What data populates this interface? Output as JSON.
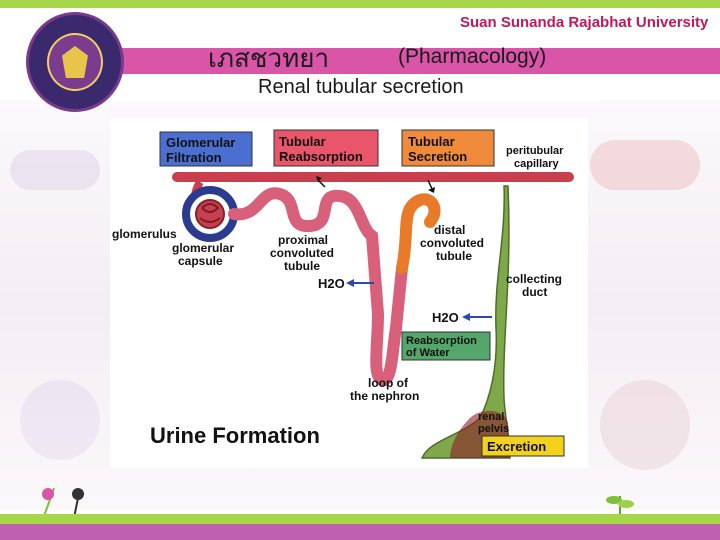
{
  "header": {
    "university": "Suan Sunanda Rajabhat University",
    "thai_title": "เภสชวทยา",
    "english_title": "(Pharmacology)",
    "subtitle": "Renal tubular secretion"
  },
  "diagram": {
    "box_glomerular_filtration": [
      "Glomerular",
      "Filtration"
    ],
    "box_tubular_reabsorption": [
      "Tubular",
      "Reabsorption"
    ],
    "box_tubular_secretion": [
      "Tubular",
      "Secretion"
    ],
    "peritubular_capillary": [
      "peritubular",
      "capillary"
    ],
    "glomerulus": "glomerulus",
    "glomerular_capsule": [
      "glomerular",
      "capsule"
    ],
    "proximal_tubule": [
      "proximal",
      "convoluted",
      "tubule"
    ],
    "distal_tubule": [
      "distal",
      "convoluted",
      "tubule"
    ],
    "collecting_duct": [
      "collecting",
      "duct"
    ],
    "water_label_left": "H2O",
    "water_label_right": "H2O",
    "reabsorption_of_water": [
      "Reabsorption",
      "of Water"
    ],
    "loop_of_nephron": [
      "loop of",
      "the nephron"
    ],
    "renal_pelvis": [
      "renal",
      "pelvis"
    ],
    "excretion": "Excretion",
    "caption": "Urine Formation"
  },
  "colors": {
    "green_bar": "#a6d64a",
    "magenta_band": "#d955a8",
    "university_text": "#c2185b",
    "box_blue": "#4a6fd0",
    "box_red": "#e9566a",
    "box_orange": "#ef8a3a",
    "box_green": "#55a66a",
    "box_yellow": "#f2d21c",
    "tubule_pink": "#d9607a",
    "tubule_orange": "#e97a2a",
    "duct_green": "#7fa84a"
  }
}
